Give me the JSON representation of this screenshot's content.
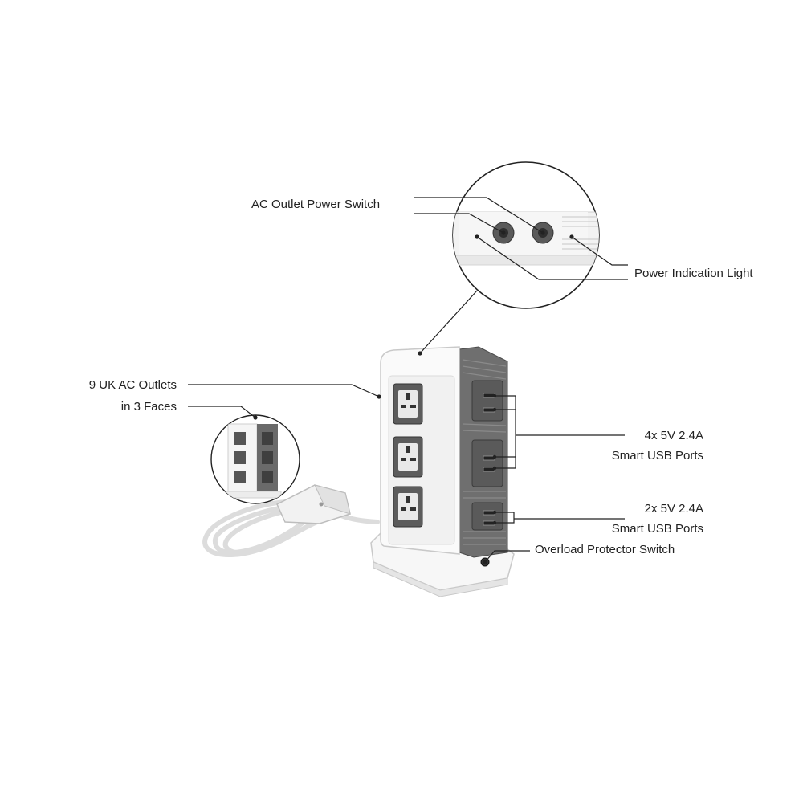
{
  "labels": {
    "ac_outlet_power_switch": "AC Outlet Power Switch",
    "power_indication_light": "Power Indication Light",
    "uk_ac_outlets_line1": "9 UK AC Outlets",
    "uk_ac_outlets_line2": "in 3 Faces",
    "usb_4x_line1": "4x 5V 2.4A",
    "usb_4x_line2": "Smart USB Ports",
    "usb_2x_line1": "2x 5V 2.4A",
    "usb_2x_line2": "Smart USB Ports",
    "overload_protector_switch": "Overload Protector Switch"
  },
  "colors": {
    "tower_body": "#f4f4f4",
    "tower_side": "#6a6a6a",
    "socket_dark": "#555555",
    "leader_line": "#222222",
    "cable": "#e6e6e6"
  }
}
